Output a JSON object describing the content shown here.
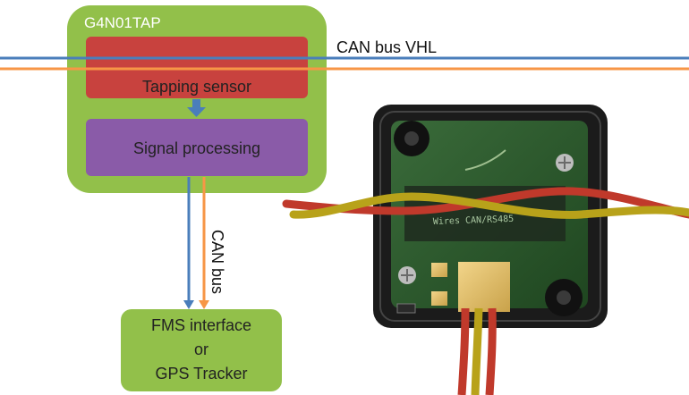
{
  "device_box": {
    "title": "G4N01TAP",
    "fill": "#92c04a"
  },
  "sensor_box": {
    "label": "Tapping sensor",
    "fill": "#c8423e"
  },
  "processing_box": {
    "label": "Signal processing",
    "fill": "#8a5ba8"
  },
  "bus_top": {
    "label": "CAN bus VHL",
    "line1_color": "#4a7ebb",
    "line2_color": "#f79646"
  },
  "bus_vertical": {
    "label": "CAN bus"
  },
  "fms_box": {
    "line1": "FMS interface",
    "line2": "or",
    "line3": "GPS Tracker",
    "fill": "#92c04a"
  },
  "photo": {
    "pcb_text": "Wires CAN/RS485",
    "wire_colors": [
      "#c0392b",
      "#b8a21a"
    ],
    "housing_color": "#1b1b1b",
    "pcb_color": "#2d5a2d"
  }
}
